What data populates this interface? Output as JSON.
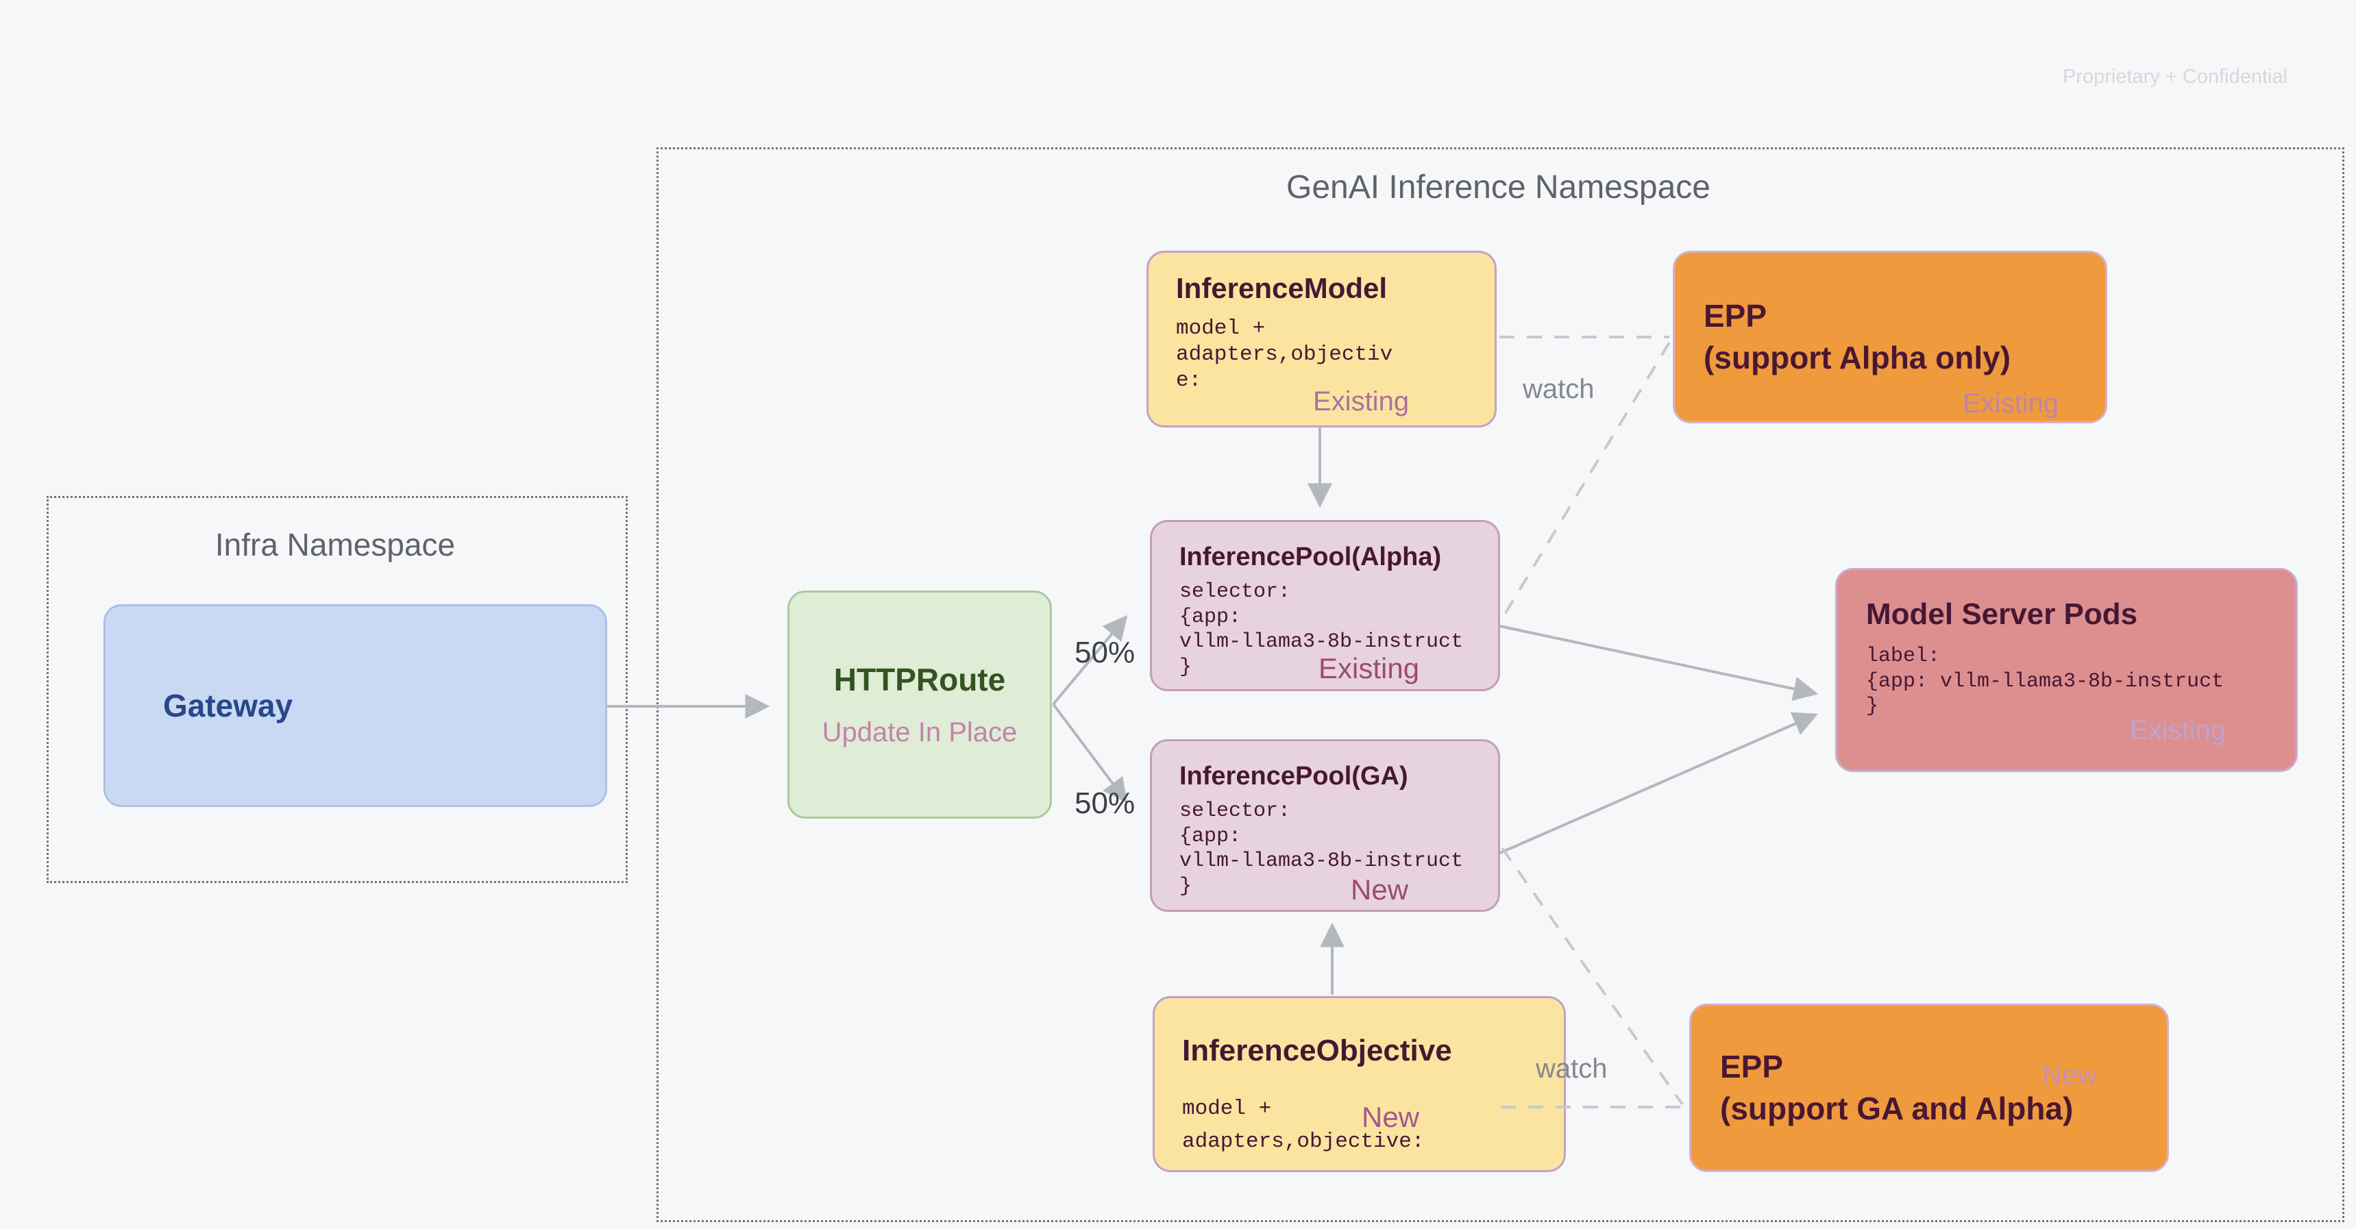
{
  "slide": {
    "watermark": "Proprietary + Confidential"
  },
  "namespaces": {
    "infra": {
      "title": "Infra Namespace"
    },
    "genai": {
      "title": "GenAI Inference Namespace"
    }
  },
  "nodes": {
    "gateway": {
      "title": "Gateway"
    },
    "httproute": {
      "title": "HTTPRoute",
      "status": "Update In Place"
    },
    "inference_model": {
      "title": "InferenceModel",
      "code_lines": [
        "model +",
        "adapters,objectiv",
        "e:"
      ],
      "badge": "Existing"
    },
    "epp_alpha": {
      "title_lines": [
        "EPP",
        "(support Alpha only)"
      ],
      "badge": "Existing"
    },
    "pool_alpha": {
      "title": "InferencePool(Alpha)",
      "code_lines": [
        "selector:",
        "{app:",
        "vllm-llama3-8b-instruct",
        "}"
      ],
      "badge": "Existing"
    },
    "pool_ga": {
      "title": "InferencePool(GA)",
      "code_lines": [
        "selector:",
        "{app:",
        "vllm-llama3-8b-instruct",
        "}"
      ],
      "badge": "New"
    },
    "model_server_pods": {
      "title": "Model Server Pods",
      "code_lines": [
        "label:",
        "{app: vllm-llama3-8b-instruct",
        "}"
      ],
      "badge": "Existing"
    },
    "inference_objective": {
      "title": "InferenceObjective",
      "code_lines": [
        "model +",
        "adapters,objective:"
      ],
      "badge": "New"
    },
    "epp_ga": {
      "title_lines": [
        "EPP",
        "(support GA and Alpha)"
      ],
      "badge": "New"
    }
  },
  "edges": {
    "split_top_label": "50%",
    "split_bottom_label": "50%",
    "watch_top_label": "watch",
    "watch_bottom_label": "watch"
  },
  "colors": {
    "background": "#F6F7F9",
    "yellow_fill": "#FAE4A0",
    "yellow_border": "#C5A1C3",
    "pool_fill": "#E7D3DD",
    "pool_border": "#C49DB8",
    "orange_fill": "#EF9B3D",
    "orange_border": "#D4AFD0",
    "salmon_fill": "#DD8F90",
    "salmon_border": "#CBABCD",
    "green_fill": "#DFECD6",
    "green_border": "#A9CA98",
    "blue_fill": "#C9D9F3",
    "blue_border": "#A9C0E8",
    "dark_text": "#471733",
    "gateway_text": "#29488A",
    "httproute_text": "#335420",
    "update_in_place": "#C383AB",
    "badge_on_yellow": "#AC6FA2",
    "badge_on_pool": "#9C4B72",
    "badge_on_orange": "#BE85A8",
    "badge_on_salmon": "#C0A3CE",
    "connector_solid": "#B4B7BC",
    "connector_dashed": "#C6C9CD",
    "namespace_text": "#5F6368",
    "watch_text": "#84888D",
    "percent_text": "#3C4043",
    "watermark_text": "#D5D8DC"
  }
}
